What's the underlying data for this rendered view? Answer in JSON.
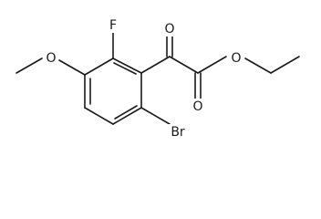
{
  "molecule": {
    "atoms": {
      "fluorine": "F",
      "methoxy_oxygen": "O",
      "keto_oxygen": "O",
      "ester_carbonyl_oxygen": "O",
      "ester_oxygen": "O",
      "bromine": "Br"
    }
  },
  "colors": {
    "bond": "#1a1a1a",
    "background": "#ffffff"
  }
}
